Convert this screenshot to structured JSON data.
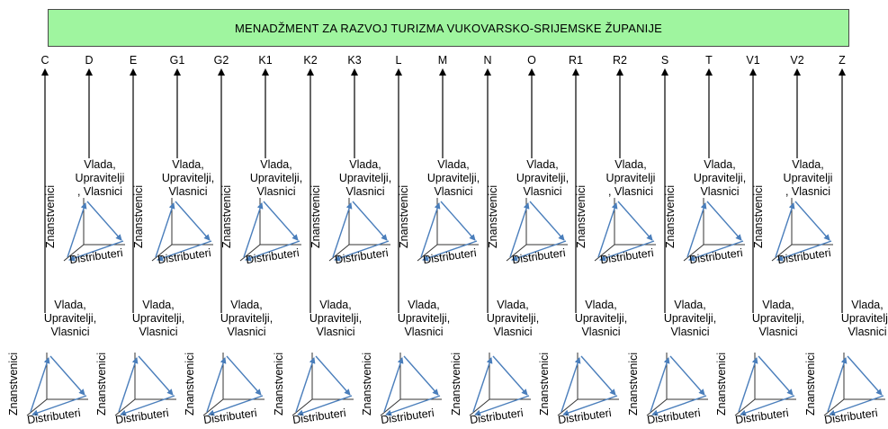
{
  "title": "MENADŽMENT ZA RAZVOJ TURIZMA VUKOVARSKO-SRIJEMSKE ŽUPANIJE",
  "pillars": [
    {
      "code": "C"
    },
    {
      "code": "D"
    },
    {
      "code": "E"
    },
    {
      "code": "G1"
    },
    {
      "code": "G2"
    },
    {
      "code": "K1"
    },
    {
      "code": "K2"
    },
    {
      "code": "K3"
    },
    {
      "code": "L"
    },
    {
      "code": "M"
    },
    {
      "code": "N"
    },
    {
      "code": "O"
    },
    {
      "code": "R1"
    },
    {
      "code": "R2"
    },
    {
      "code": "S"
    },
    {
      "code": "T"
    },
    {
      "code": "V1"
    },
    {
      "code": "V2"
    },
    {
      "code": "Z"
    }
  ],
  "axis_labels": {
    "stakeholders_line1": "Vlada,",
    "stakeholders_line2": "Upravitelji,",
    "stakeholders_line2_alt": ", Vlasnici",
    "stakeholders_line2_d": "Upravitelji",
    "stakeholders_line3": "Vlasnici",
    "scientists": "Znanstvenici",
    "distributors": "Distributeri"
  },
  "colors": {
    "title_fill": "#9ff59f",
    "arrow": "#000000",
    "triangle": "#4a7ebb"
  }
}
